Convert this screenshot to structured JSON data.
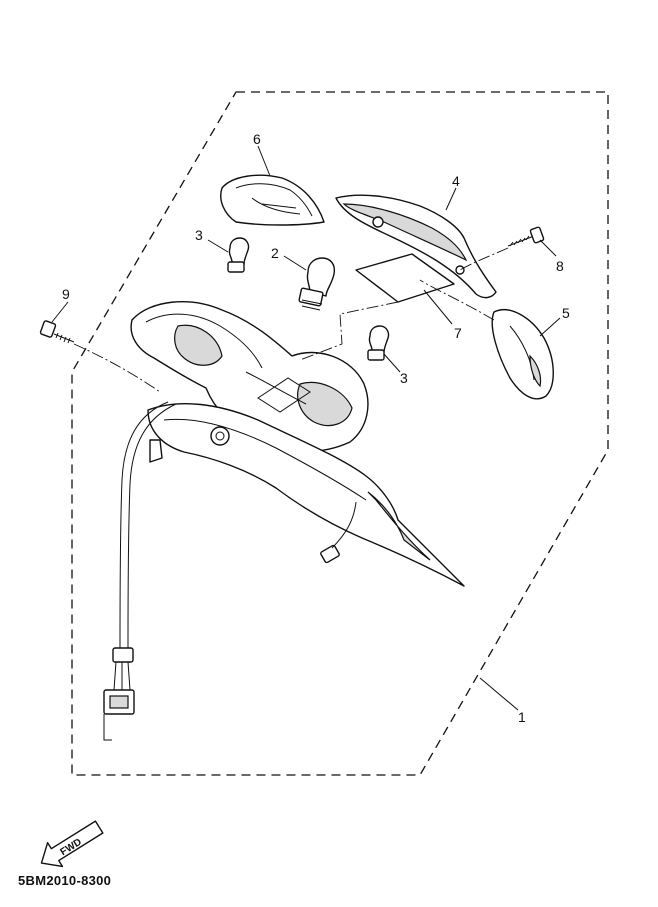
{
  "callouts": {
    "c1": "1",
    "c2": "2",
    "c3a": "3",
    "c3b": "3",
    "c4": "4",
    "c5": "5",
    "c6": "6",
    "c7": "7",
    "c8": "8",
    "c9": "9"
  },
  "fwd_label": "FWD",
  "diagram_code": "5BM2010-8300"
}
